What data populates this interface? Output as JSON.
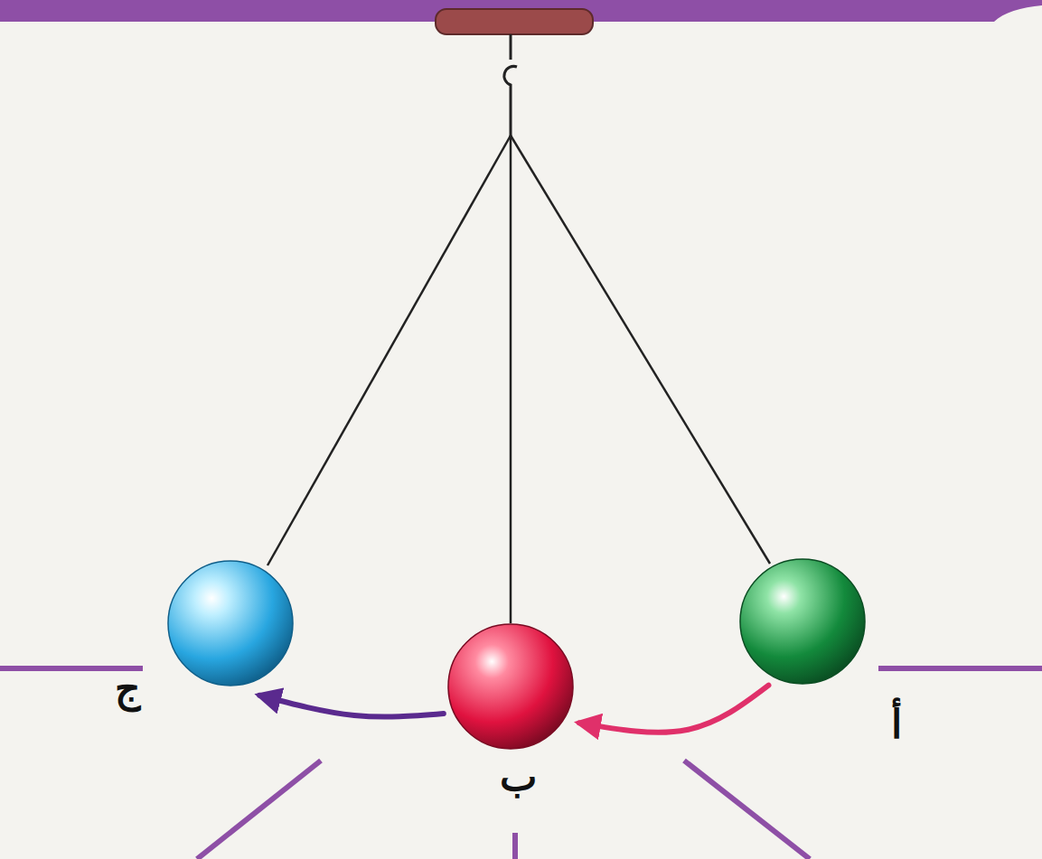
{
  "diagram": {
    "nodes": [
      {
        "text": [
          "أ"
        ]
      },
      {
        "text": [
          "ب"
        ]
      },
      {
        "text": [
          "ج"
        ]
      }
    ],
    "edges": [
      {
        "from": 0,
        "to": 1,
        "arrow": "to"
      },
      {
        "from": 1,
        "to": 2,
        "arrow": "to"
      }
    ]
  }
}
